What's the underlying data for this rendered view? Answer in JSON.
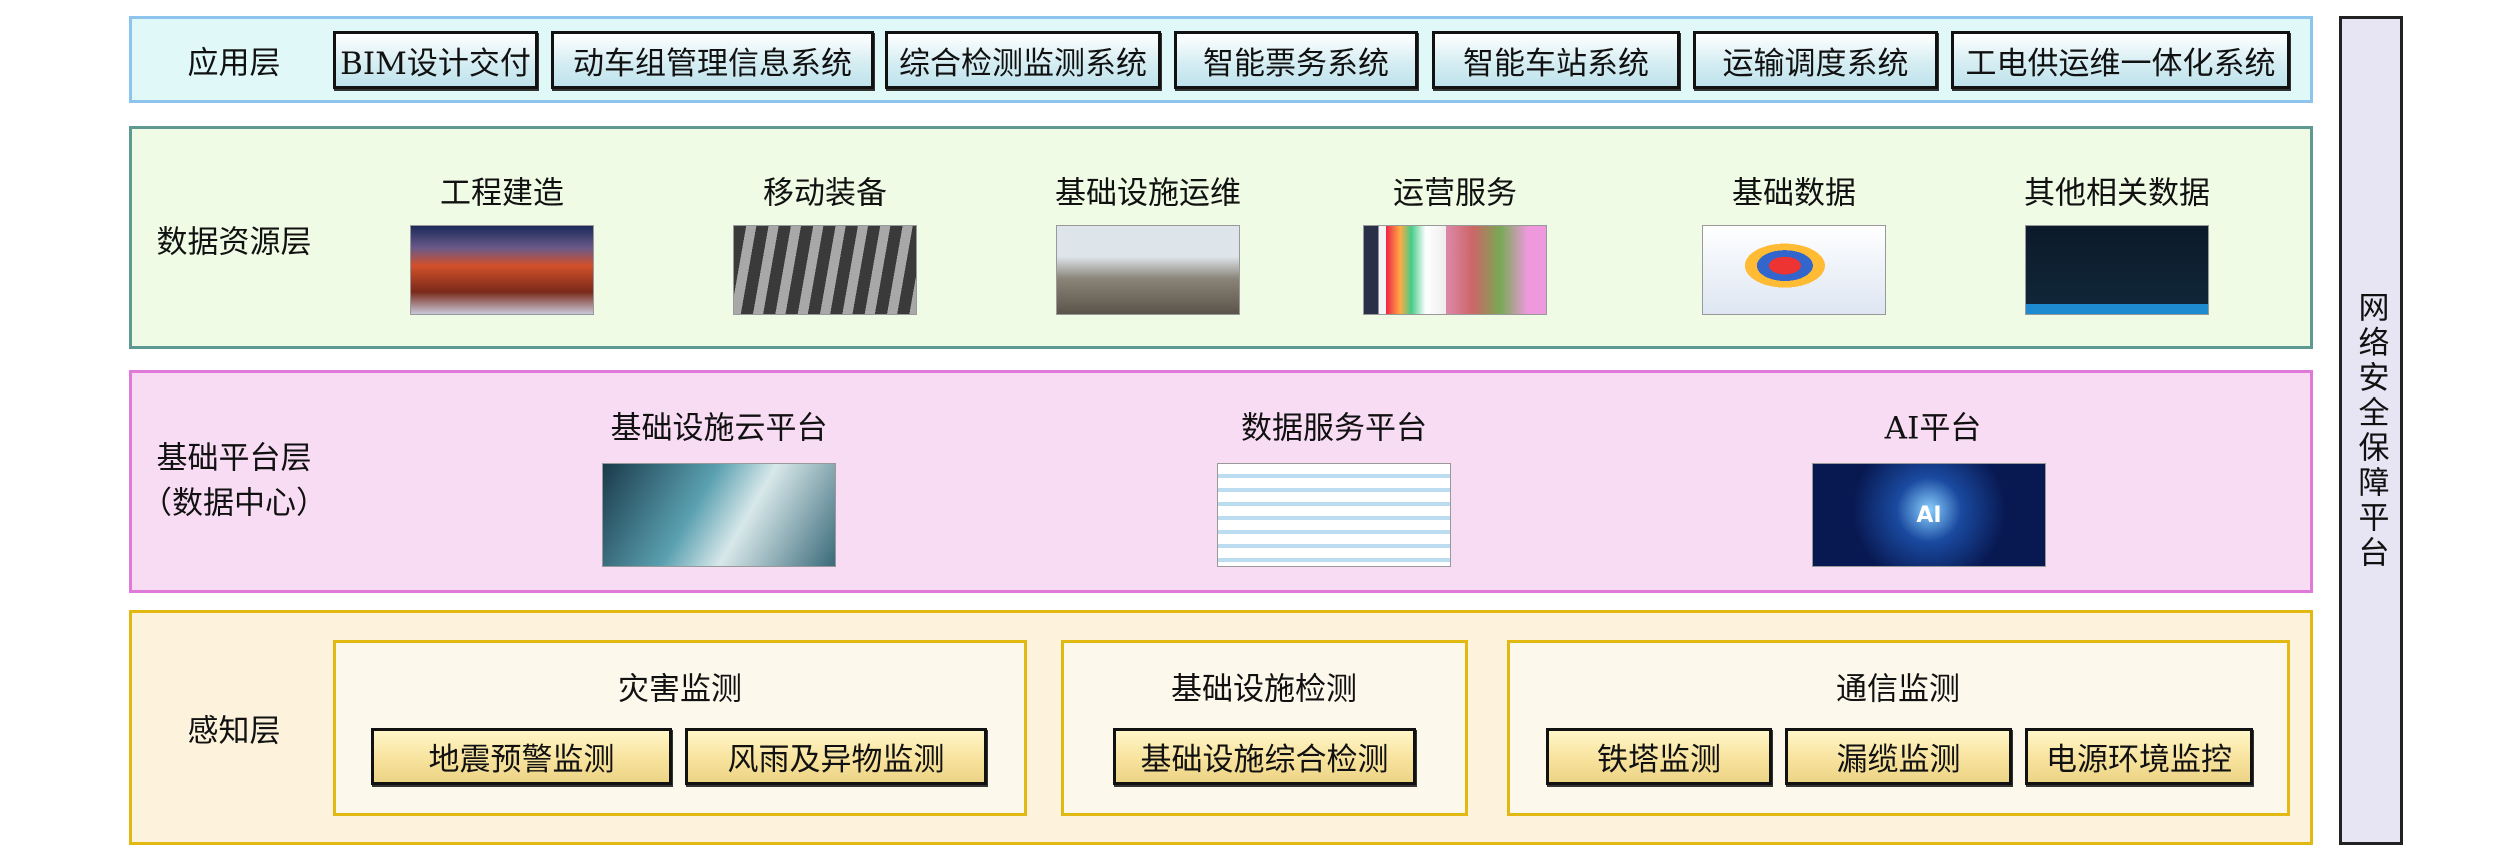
{
  "app_layer": {
    "title": "应用层",
    "systems": [
      "BIM设计交付",
      "动车组管理信息系统",
      "综合检测监测系统",
      "智能票务系统",
      "智能车站系统",
      "运输调度系统",
      "工电供运维一体化系统"
    ]
  },
  "data_layer": {
    "title": "数据资源层",
    "items": [
      "工程建造",
      "移动装备",
      "基础设施运维",
      "运营服务",
      "基础数据",
      "其他相关数据"
    ]
  },
  "platform_layer": {
    "title": "基础平台层",
    "subtitle": "（数据中心）",
    "items": [
      "基础设施云平台",
      "数据服务平台",
      "AI平台"
    ],
    "ai_logo_text": "AI"
  },
  "perception_layer": {
    "title": "感知层",
    "groups": [
      {
        "title": "灾害监测",
        "items": [
          "地震预警监测",
          "风雨及异物监测"
        ]
      },
      {
        "title": "基础设施检测",
        "items": [
          "基础设施综合检测"
        ]
      },
      {
        "title": "通信监测",
        "items": [
          "铁塔监测",
          "漏缆监测",
          "电源环境监控"
        ]
      }
    ]
  },
  "security": {
    "title": "网络安全保障平台"
  },
  "colors": {
    "app_border": "#8cc4ee",
    "app_bg": "#e0f8f8",
    "data_border": "#5f9a92",
    "data_bg": "#effbe4",
    "platform_border": "#e07ad8",
    "platform_bg": "#f7dcf3",
    "perception_border": "#e2b812",
    "perception_bg": "#fdf3dc",
    "security_bg": "#e7e4f4"
  }
}
